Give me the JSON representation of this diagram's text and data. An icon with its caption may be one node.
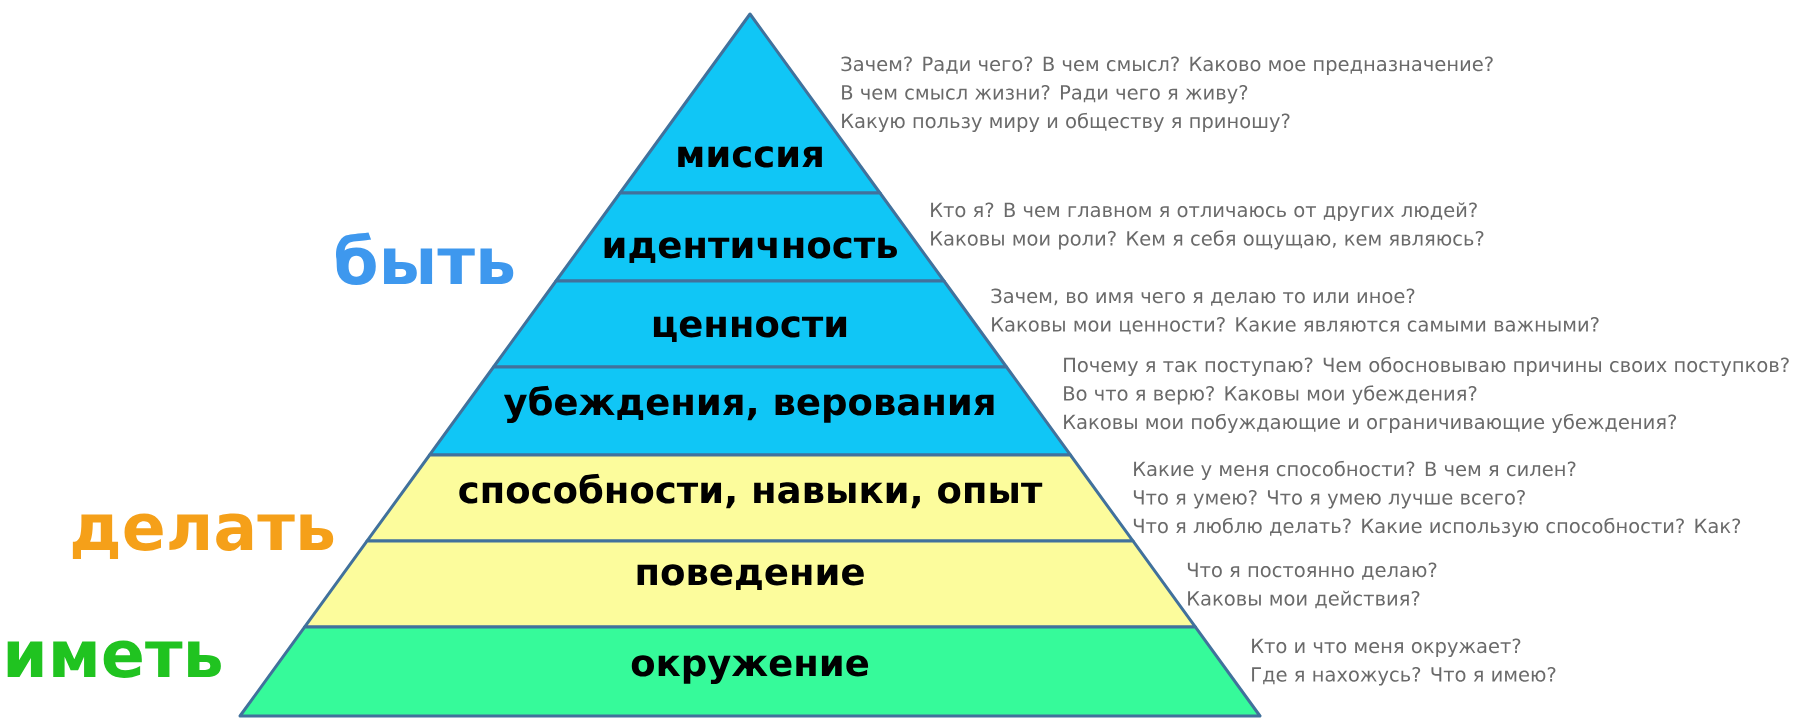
{
  "diagram": {
    "nodes": [
      {
        "text": [
          "миссия"
        ],
        "beside": [
          "Зачем? Ради чего? В чем смысл? Каково мое предназначение?",
          "В чем смысл жизни? Ради чего я живу?",
          "Какую пользу миру и обществу я приношу?"
        ]
      },
      {
        "text": [
          "идентичность"
        ],
        "beside": [
          "Кто я? В чем главном я отличаюсь от других людей?",
          "Каковы мои роли? Кем я себя ощущаю, кем являюсь?"
        ]
      },
      {
        "text": [
          "ценности"
        ],
        "beside": [
          "Зачем, во имя чего я делаю то или иное?",
          "Каковы мои ценности? Какие являются самыми важными?"
        ]
      },
      {
        "text": [
          "убеждения, верования"
        ],
        "beside": [
          "Почему я так поступаю? Чем обосновываю причины своих поступков?",
          "Во что я верю? Каковы мои убеждения?",
          "Каковы мои побуждающие и ограничивающие убеждения?"
        ]
      },
      {
        "text": [
          "способности, навыки, опыт"
        ],
        "beside": [
          "Какие у меня способности? В чем я силен?",
          "Что я умею? Что я умею лучше всего?",
          "Что я люблю делать? Какие использую способности? Как?"
        ]
      },
      {
        "text": [
          "поведение"
        ],
        "beside": [
          "Что я постоянно делаю?",
          "Каковы мои действия?"
        ]
      },
      {
        "text": [
          "окружение"
        ],
        "beside": [
          "Кто и что меня окружает?",
          "Где я нахожусь? Что я имею?"
        ]
      }
    ],
    "labels": [
      "быть",
      "делать",
      "иметь"
    ]
  }
}
